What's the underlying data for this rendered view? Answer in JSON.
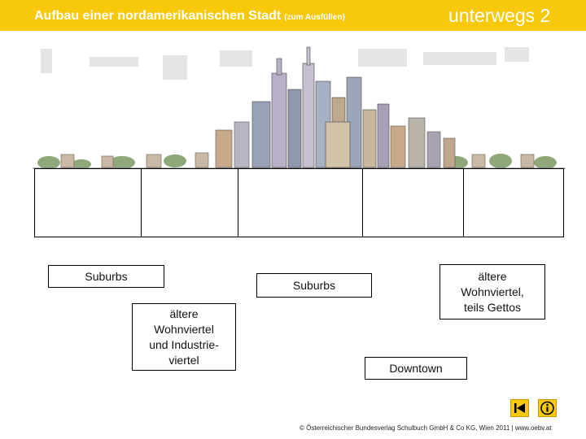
{
  "header": {
    "title": "Aufbau einer nordamerikanischen Stadt",
    "title_note": "(zum Ausfüllen)",
    "brand": "unterwegs 2"
  },
  "labels": {
    "suburbs_left": "Suburbs",
    "suburbs_center": "Suburbs",
    "older_quarters_right": "ältere\nWohnviertel,\nteils Gettos",
    "older_quarters_industry": "ältere\nWohnviertel\nund Industrie-\nviertel",
    "downtown": "Downtown"
  },
  "footer": {
    "copyright": "© Österreichischer Bundesverlag Schulbuch GmbH & Co KG, Wien 2011 | www.oebv.at"
  },
  "nav": {
    "back_icon": "skip-back-icon",
    "info_icon": "info-icon"
  },
  "colors": {
    "header_bg": "#f7c90a",
    "header_text": "#ffffff"
  }
}
